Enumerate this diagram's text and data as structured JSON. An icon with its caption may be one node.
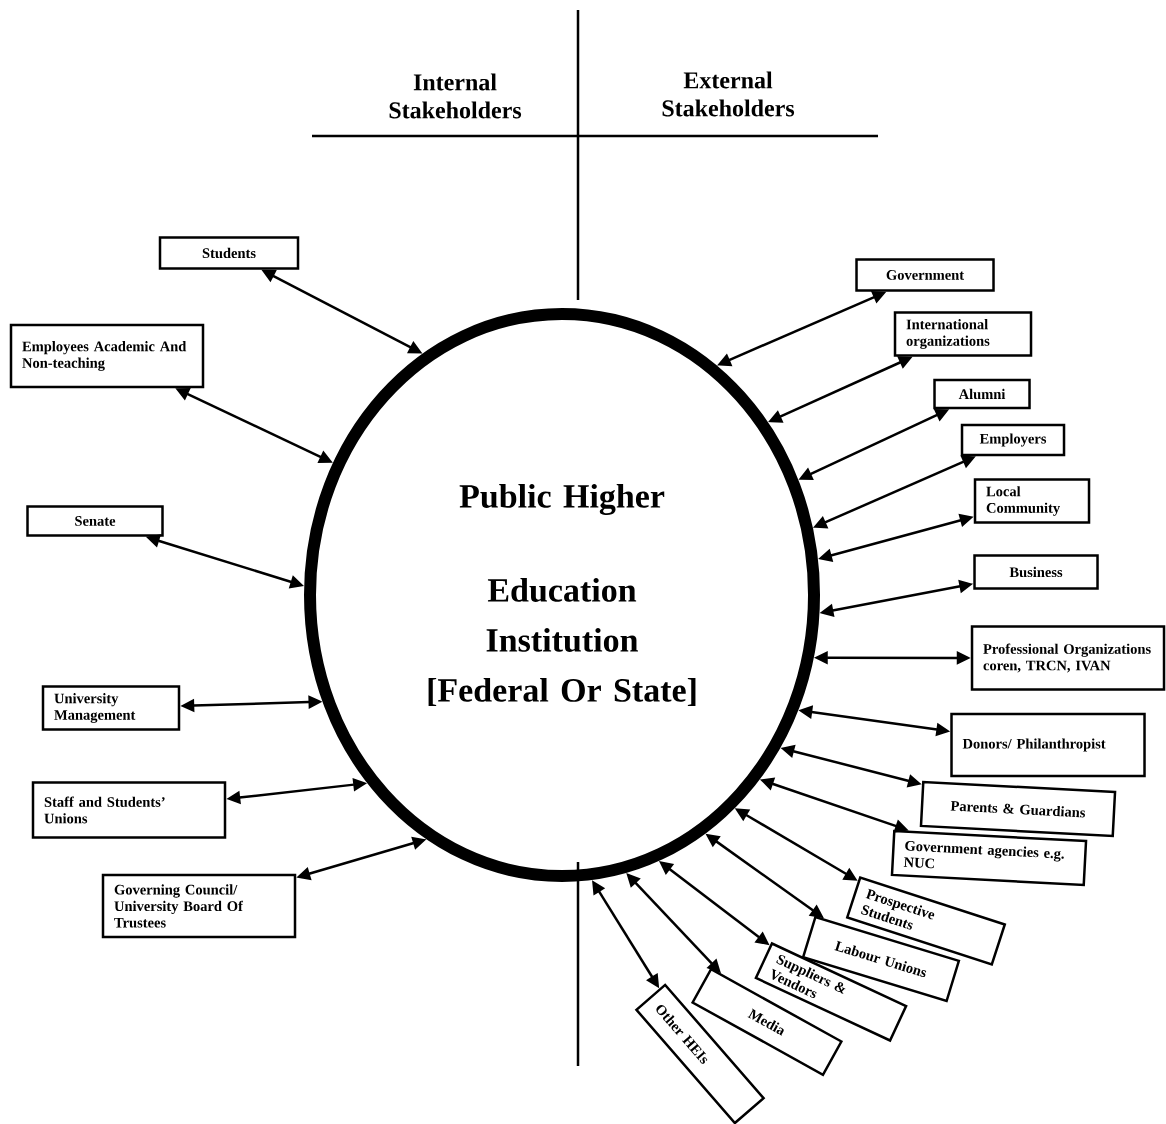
{
  "diagram": {
    "nodes": [
      {
        "text": [
          "Public Higher",
          "Education Institution [Federal Or State]"
        ]
      },
      {
        "text": [
          "Students"
        ]
      },
      {
        "text": [
          "Employees Academic And Non-teaching"
        ]
      },
      {
        "text": [
          "Senate"
        ]
      },
      {
        "text": [
          "University Management"
        ]
      },
      {
        "text": [
          "Staff and Students’ Unions"
        ]
      },
      {
        "text": [
          "Governing Council/ University Board Of Trustees"
        ]
      },
      {
        "text": [
          "Government"
        ]
      },
      {
        "text": [
          "International organizations"
        ]
      },
      {
        "text": [
          "Alumni"
        ]
      },
      {
        "text": [
          "Employers"
        ]
      },
      {
        "text": [
          "Local Community"
        ]
      },
      {
        "text": [
          "Business"
        ]
      },
      {
        "text": [
          "Professional Organizations coren, TRCN, IVAN"
        ]
      },
      {
        "text": [
          "Donors/ Philanthropist"
        ]
      },
      {
        "text": [
          "Parents & Guardians"
        ]
      },
      {
        "text": [
          "Government agencies e.g. NUC"
        ]
      },
      {
        "text": [
          "Prospective Students"
        ]
      },
      {
        "text": [
          "Labour Unions"
        ]
      },
      {
        "text": [
          "Suppliers & Vendors"
        ]
      },
      {
        "text": [
          "Media"
        ]
      },
      {
        "text": [
          "Other HEIs"
        ]
      }
    ],
    "edges": [
      {
        "from": 0,
        "to": 1,
        "arrow": "both"
      },
      {
        "from": 0,
        "to": 2,
        "arrow": "both"
      },
      {
        "from": 0,
        "to": 3,
        "arrow": "both"
      },
      {
        "from": 0,
        "to": 4,
        "arrow": "both"
      },
      {
        "from": 0,
        "to": 5,
        "arrow": "both"
      },
      {
        "from": 0,
        "to": 6,
        "arrow": "both"
      },
      {
        "from": 0,
        "to": 7,
        "arrow": "both"
      },
      {
        "from": 0,
        "to": 8,
        "arrow": "both"
      },
      {
        "from": 0,
        "to": 9,
        "arrow": "both"
      },
      {
        "from": 0,
        "to": 10,
        "arrow": "both"
      },
      {
        "from": 0,
        "to": 11,
        "arrow": "both"
      },
      {
        "from": 0,
        "to": 12,
        "arrow": "both"
      },
      {
        "from": 0,
        "to": 13,
        "arrow": "both"
      },
      {
        "from": 0,
        "to": 14,
        "arrow": "both"
      },
      {
        "from": 0,
        "to": 15,
        "arrow": "both"
      },
      {
        "from": 0,
        "to": 16,
        "arrow": "both"
      },
      {
        "from": 0,
        "to": 17,
        "arrow": "both"
      },
      {
        "from": 0,
        "to": 18,
        "arrow": "both"
      },
      {
        "from": 0,
        "to": 19,
        "arrow": "both"
      },
      {
        "from": 0,
        "to": 20,
        "arrow": "both"
      },
      {
        "from": 0,
        "to": 21,
        "arrow": "both"
      }
    ],
    "labels": [
      "Internal Stakeholders",
      "External Stakeholders"
    ]
  }
}
